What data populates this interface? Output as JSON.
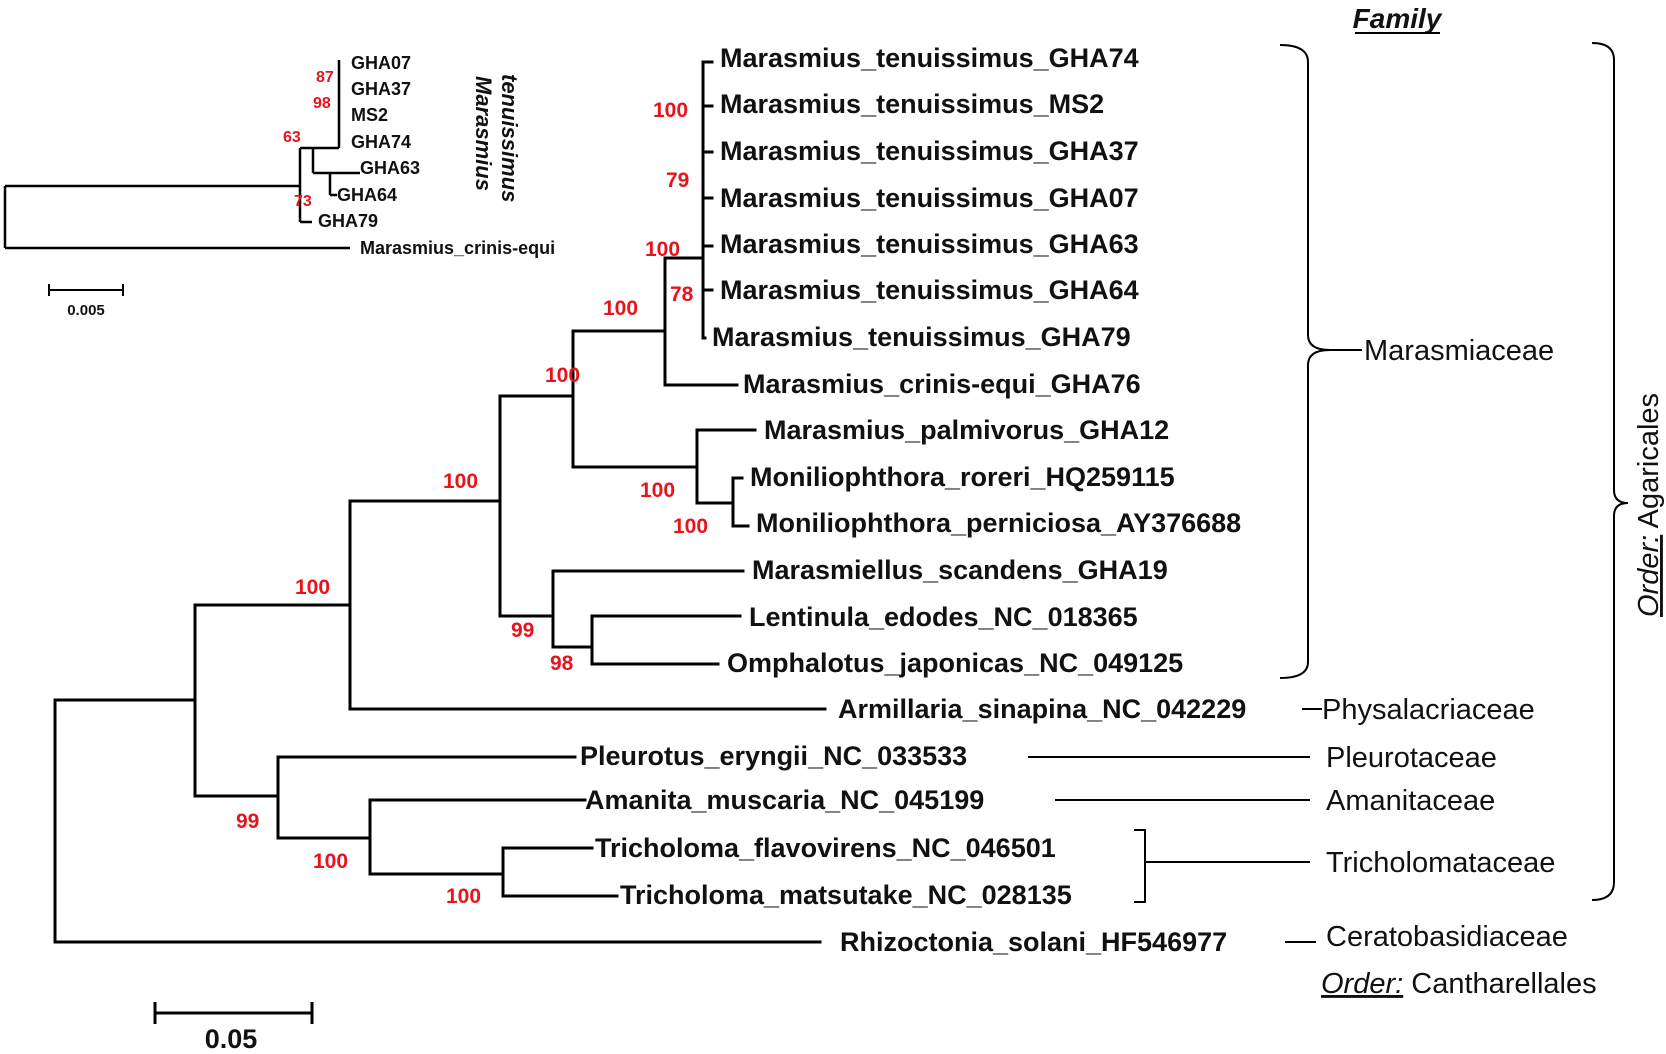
{
  "colors": {
    "line": "#000000",
    "bootstrap": "#e8141c",
    "text": "#111111"
  },
  "header": {
    "family": "Family"
  },
  "taxa": {
    "t1": "Marasmius_tenuissimus_GHA74",
    "t2": "Marasmius_tenuissimus_MS2",
    "t3": "Marasmius_tenuissimus_GHA37",
    "t4": "Marasmius_tenuissimus_GHA07",
    "t5": "Marasmius_tenuissimus_GHA63",
    "t6": "Marasmius_tenuissimus_GHA64",
    "t7": "Marasmius_tenuissimus_GHA79",
    "t8": "Marasmius_crinis-equi_GHA76",
    "t9": "Marasmius_palmivorus_GHA12",
    "t10": "Moniliophthora_roreri_HQ259115",
    "t11": "Moniliophthora_perniciosa_AY376688",
    "t12": "Marasmiellus_scandens_GHA19",
    "t13": "Lentinula_edodes_NC_018365",
    "t14": "Omphalotus_japonicas_NC_049125",
    "t15": "Armillaria_sinapina_NC_042229",
    "t16": "Pleurotus_eryngii_NC_033533",
    "t17": "Amanita_muscaria_NC_045199",
    "t18": "Tricholoma_flavovirens_NC_046501",
    "t19": "Tricholoma_matsutake_NC_028135",
    "t20": "Rhizoctonia_solani_HF546977"
  },
  "bootstrap": {
    "b_root_in": "100",
    "b_gha37": "79",
    "b_m100": "100",
    "b_m78": "78",
    "b_mar": "100",
    "b_marall": "100",
    "b_mar_omp": "100",
    "b_armi": "100",
    "b_moni": "100",
    "b_moni2": "100",
    "b_mscan": "99",
    "b_lent": "98",
    "b_pleu": "99",
    "b_aman": "100",
    "b_tri": "100"
  },
  "families": {
    "marasmiaceae": "Marasmiaceae",
    "physalacriaceae": "Physalacriaceae",
    "pleurotaceae": "Pleurotaceae",
    "amanitaceae": "Amanitaceae",
    "tricholomataceae": "Tricholomataceae",
    "ceratobasidiaceae": "Ceratobasidiaceae"
  },
  "orders": {
    "agaricales_prefix": "Order:",
    "agaricales_name": " Agaricales",
    "cantharellales_prefix": "Order:",
    "cantharellales_name": " Cantharellales"
  },
  "scale": {
    "main": "0.05",
    "inset": "0.005"
  },
  "inset": {
    "taxa": [
      "GHA07",
      "GHA37",
      "MS2",
      "GHA74",
      "GHA63",
      "GHA64",
      "GHA79",
      "Marasmius_crinis-equi"
    ],
    "bootstrap": [
      "87",
      "98",
      "63",
      "73"
    ],
    "genus_line1": "Marasmius",
    "genus_line2": "tenuissimus"
  }
}
